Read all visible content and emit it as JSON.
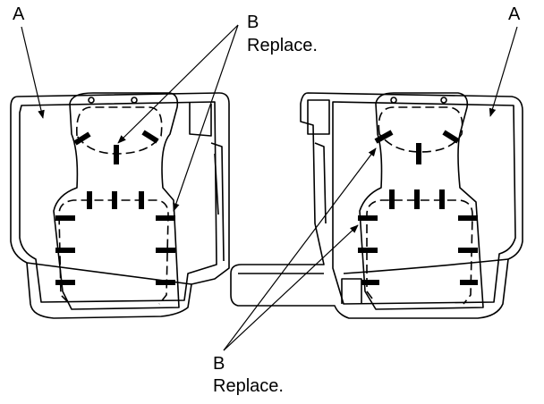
{
  "labels": {
    "part_a": "A",
    "part_b": "B",
    "replace": "Replace."
  },
  "colors": {
    "line": "#000000",
    "background": "#ffffff"
  }
}
